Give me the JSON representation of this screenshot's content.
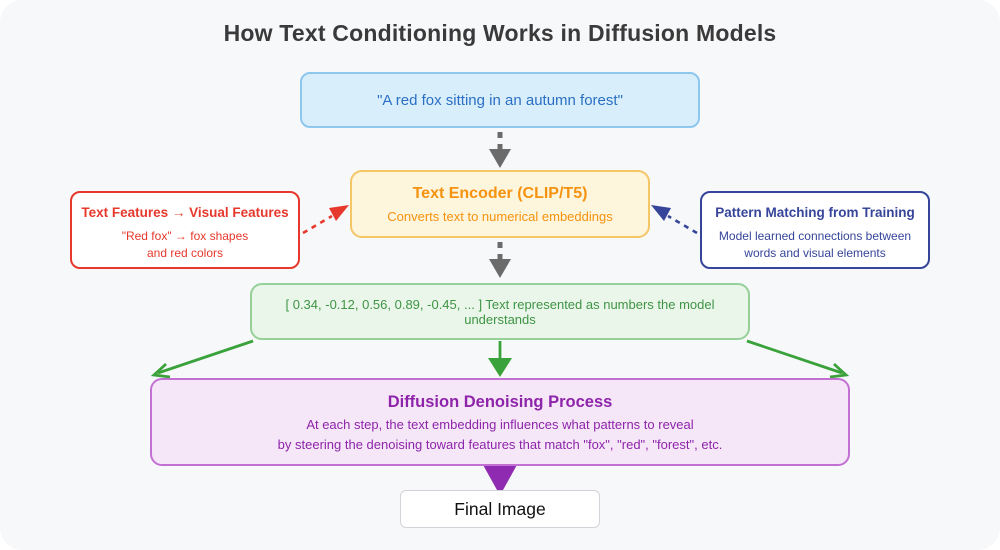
{
  "title": "How Text Conditioning Works in Diffusion Models",
  "nodes": {
    "prompt": {
      "text": "\"A red fox sitting in an autumn forest\""
    },
    "encoder": {
      "title": "Text Encoder (CLIP/T5)",
      "subtitle": "Converts text to numerical embeddings"
    },
    "text_features": {
      "title": "Text Features → Visual Features",
      "line1": "\"Red fox\" → fox shapes",
      "line2": "and red colors"
    },
    "pattern_matching": {
      "title": "Pattern Matching from Training",
      "line1": "Model learned connections between",
      "line2": "words and visual elements"
    },
    "embedding": {
      "text": "[ 0.34, -0.12, 0.56, 0.89, -0.45, ... ] Text represented as numbers the model understands"
    },
    "diffusion": {
      "title": "Diffusion Denoising Process",
      "line1": "At each step, the text embedding influences what patterns to reveal",
      "line2": "by steering the denoising toward features that match \"fox\", \"red\", \"forest\", etc."
    },
    "final_image": {
      "text": "Final Image"
    }
  },
  "colors": {
    "panel_background": "#f7f8fa",
    "title_text": "#3a3a3a",
    "prompt_blue_bg": "#d9eefb",
    "prompt_blue_border": "#8ec7ec",
    "prompt_blue_text": "#2a6fc4",
    "encoder_yellow_bg": "#fdf5dc",
    "encoder_orange": "#f5920f",
    "feature_red": "#e6382c",
    "pattern_navy": "#36459a",
    "embedding_green_bg": "#eaf6ea",
    "embedding_green": "#3f9445",
    "arrow_green": "#3aa23a",
    "diffusion_purple_bg": "#f6e7f8",
    "diffusion_purple": "#8e24aa",
    "purple_arrow": "#8e2bb0",
    "gray_arrow": "#6b6b6b"
  }
}
